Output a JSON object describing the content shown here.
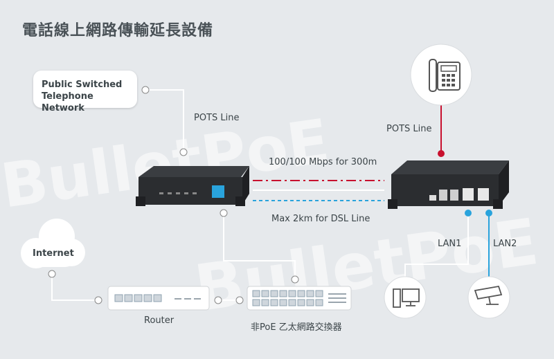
{
  "title": "電話線上網路傳輸延長設備",
  "pstn_label": [
    "Public Switched",
    "Telephone Network"
  ],
  "pots_line_left": "POTS Line",
  "pots_line_right": "POTS Line",
  "speed_label": "100/100 Mbps for 300m",
  "distance_label": "Max 2km for DSL Line",
  "internet_label": "Internet",
  "router_label": "Router",
  "switch_label": "非PoE 乙太網路交換器",
  "lan1_label": "LAN1",
  "lan2_label": "LAN2",
  "watermark": "BulletPoE",
  "colors": {
    "red_line": "#c8102e",
    "blue_line": "#29a3dc",
    "connector": "#ffffff",
    "device_dark": "#2b2d30"
  }
}
